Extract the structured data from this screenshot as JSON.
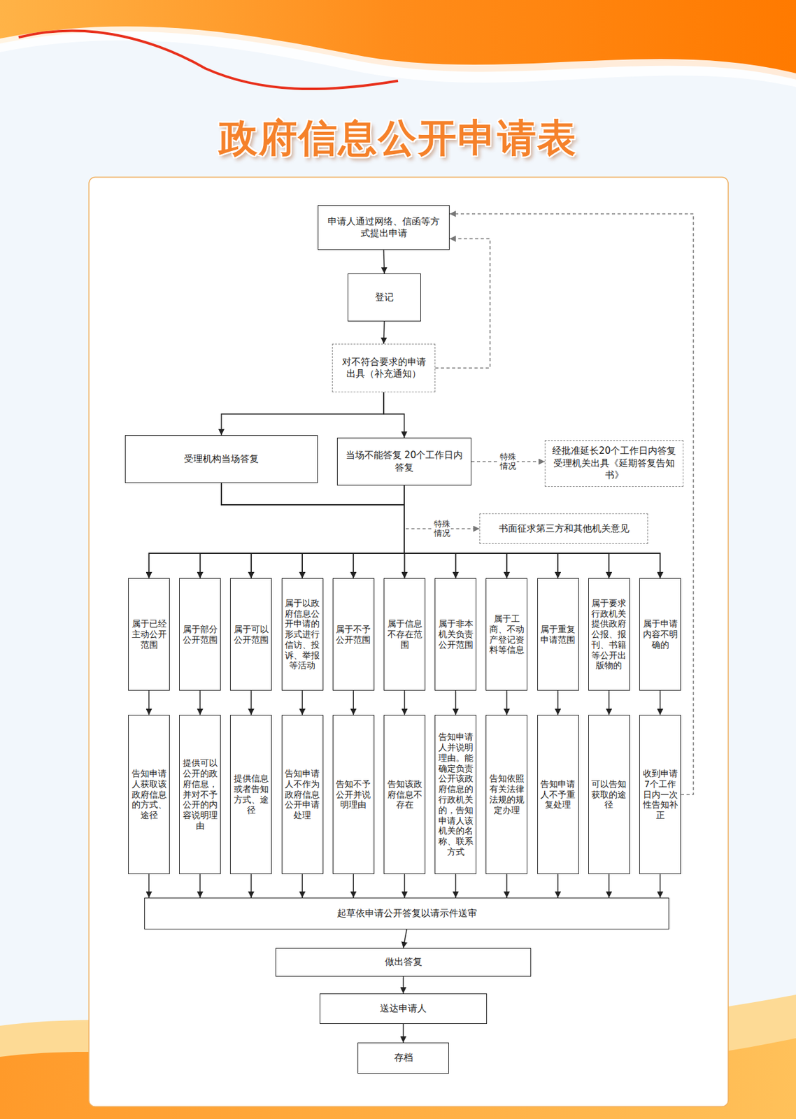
{
  "diagram": {
    "title": "政府信息公开申请表",
    "nodes": [
      {
        "text": [
          "申请人通过网络、信函等方式提出申请"
        ]
      },
      {
        "text": [
          "登记"
        ]
      },
      {
        "text": [
          "对不符合要求的申请出具（补充通知）"
        ]
      },
      {
        "text": [
          "受理机构当场答复"
        ]
      },
      {
        "text": [
          "当场不能答复 20个工作日内答复"
        ]
      },
      {
        "text": [
          "经批准延长20个工作日内答复受理机关出具《延期答复告知书》"
        ]
      },
      {
        "text": [
          "书面征求第三方和其他机关意见"
        ]
      },
      {
        "text": [
          "属于已经主动公开范围"
        ]
      },
      {
        "text": [
          "属于部分公开范围"
        ]
      },
      {
        "text": [
          "属于可以公开范围"
        ]
      },
      {
        "text": [
          "属于以政府信息公开申请的形式进行信访、投诉、举报等活动"
        ]
      },
      {
        "text": [
          "属于不予公开范围"
        ]
      },
      {
        "text": [
          "属于信息不存在范围"
        ]
      },
      {
        "text": [
          "属于非本机关负责公开范围"
        ]
      },
      {
        "text": [
          "属于工商、不动产登记资料等信息"
        ]
      },
      {
        "text": [
          "属于重复申请范围"
        ]
      },
      {
        "text": [
          "属于要求行政机关提供政府公报、报刊、书籍等公开出版物的"
        ]
      },
      {
        "text": [
          "属于申请内容不明确的"
        ]
      },
      {
        "text": [
          "告知申请人获取该政府信息的方式、途径"
        ]
      },
      {
        "text": [
          "提供可以公开的政府信息，并对不予公开的内容说明理由"
        ]
      },
      {
        "text": [
          "提供信息或者告知方式、途径"
        ]
      },
      {
        "text": [
          "告知申请人不作为政府信息公开申请处理"
        ]
      },
      {
        "text": [
          "告知不予公开并说明理由"
        ]
      },
      {
        "text": [
          "告知该政府信息不存在"
        ]
      },
      {
        "text": [
          "告知申请人并说明理由。能确定负责公开该政府信息的行政机关的，告知申请人该机关的名称、联系方式"
        ]
      },
      {
        "text": [
          "告知依照有关法律法规的规定办理"
        ]
      },
      {
        "text": [
          "告知申请人不予重复处理"
        ]
      },
      {
        "text": [
          "可以告知获取的途径"
        ]
      },
      {
        "text": [
          "收到申请7个工作日内一次性告知补正"
        ]
      },
      {
        "text": [
          "起草依申请公开答复以请示件送审"
        ]
      },
      {
        "text": [
          "做出答复"
        ]
      },
      {
        "text": [
          "送达申请人"
        ]
      },
      {
        "text": [
          "存档"
        ]
      }
    ],
    "edges": [
      {
        "from": 0,
        "to": 1,
        "arrow": "to"
      },
      {
        "from": 1,
        "to": 2,
        "arrow": "to"
      },
      {
        "from": 2,
        "to": 0,
        "arrow": "to"
      },
      {
        "from": 2,
        "to": 3,
        "arrow": "to"
      },
      {
        "from": 2,
        "to": 4,
        "arrow": "to"
      },
      {
        "from": 4,
        "to": 5,
        "label": "特殊情况",
        "arrow": "to"
      },
      {
        "from": 4,
        "to": 6,
        "label": "特殊情况",
        "arrow": "to"
      },
      {
        "from": 3,
        "to": 7,
        "arrow": "to"
      },
      {
        "from": 3,
        "to": 8,
        "arrow": "to"
      },
      {
        "from": 3,
        "to": 9,
        "arrow": "to"
      },
      {
        "from": 3,
        "to": 10,
        "arrow": "to"
      },
      {
        "from": 3,
        "to": 11,
        "arrow": "to"
      },
      {
        "from": 3,
        "to": 12,
        "arrow": "to"
      },
      {
        "from": 3,
        "to": 13,
        "arrow": "to"
      },
      {
        "from": 3,
        "to": 14,
        "arrow": "to"
      },
      {
        "from": 3,
        "to": 15,
        "arrow": "to"
      },
      {
        "from": 3,
        "to": 16,
        "arrow": "to"
      },
      {
        "from": 3,
        "to": 17,
        "arrow": "to"
      },
      {
        "from": 4,
        "to": 7,
        "arrow": "to"
      },
      {
        "from": 4,
        "to": 8,
        "arrow": "to"
      },
      {
        "from": 4,
        "to": 9,
        "arrow": "to"
      },
      {
        "from": 4,
        "to": 10,
        "arrow": "to"
      },
      {
        "from": 4,
        "to": 11,
        "arrow": "to"
      },
      {
        "from": 4,
        "to": 12,
        "arrow": "to"
      },
      {
        "from": 4,
        "to": 13,
        "arrow": "to"
      },
      {
        "from": 4,
        "to": 14,
        "arrow": "to"
      },
      {
        "from": 4,
        "to": 15,
        "arrow": "to"
      },
      {
        "from": 4,
        "to": 16,
        "arrow": "to"
      },
      {
        "from": 4,
        "to": 17,
        "arrow": "to"
      },
      {
        "from": 7,
        "to": 18,
        "arrow": "to"
      },
      {
        "from": 8,
        "to": 19,
        "arrow": "to"
      },
      {
        "from": 9,
        "to": 20,
        "arrow": "to"
      },
      {
        "from": 10,
        "to": 21,
        "arrow": "to"
      },
      {
        "from": 11,
        "to": 22,
        "arrow": "to"
      },
      {
        "from": 12,
        "to": 23,
        "arrow": "to"
      },
      {
        "from": 13,
        "to": 24,
        "arrow": "to"
      },
      {
        "from": 14,
        "to": 25,
        "arrow": "to"
      },
      {
        "from": 15,
        "to": 26,
        "arrow": "to"
      },
      {
        "from": 16,
        "to": 27,
        "arrow": "to"
      },
      {
        "from": 17,
        "to": 28,
        "arrow": "to"
      },
      {
        "from": 28,
        "to": 0,
        "arrow": "to"
      },
      {
        "from": 18,
        "to": 29,
        "arrow": "to"
      },
      {
        "from": 19,
        "to": 29,
        "arrow": "to"
      },
      {
        "from": 20,
        "to": 29,
        "arrow": "to"
      },
      {
        "from": 21,
        "to": 29,
        "arrow": "to"
      },
      {
        "from": 22,
        "to": 29,
        "arrow": "to"
      },
      {
        "from": 23,
        "to": 29,
        "arrow": "to"
      },
      {
        "from": 24,
        "to": 29,
        "arrow": "to"
      },
      {
        "from": 25,
        "to": 29,
        "arrow": "to"
      },
      {
        "from": 26,
        "to": 29,
        "arrow": "to"
      },
      {
        "from": 27,
        "to": 29,
        "arrow": "to"
      },
      {
        "from": 28,
        "to": 29,
        "arrow": "to"
      },
      {
        "from": 29,
        "to": 30,
        "arrow": "to"
      },
      {
        "from": 30,
        "to": 31,
        "arrow": "to"
      },
      {
        "from": 31,
        "to": 32,
        "arrow": "to"
      }
    ]
  }
}
